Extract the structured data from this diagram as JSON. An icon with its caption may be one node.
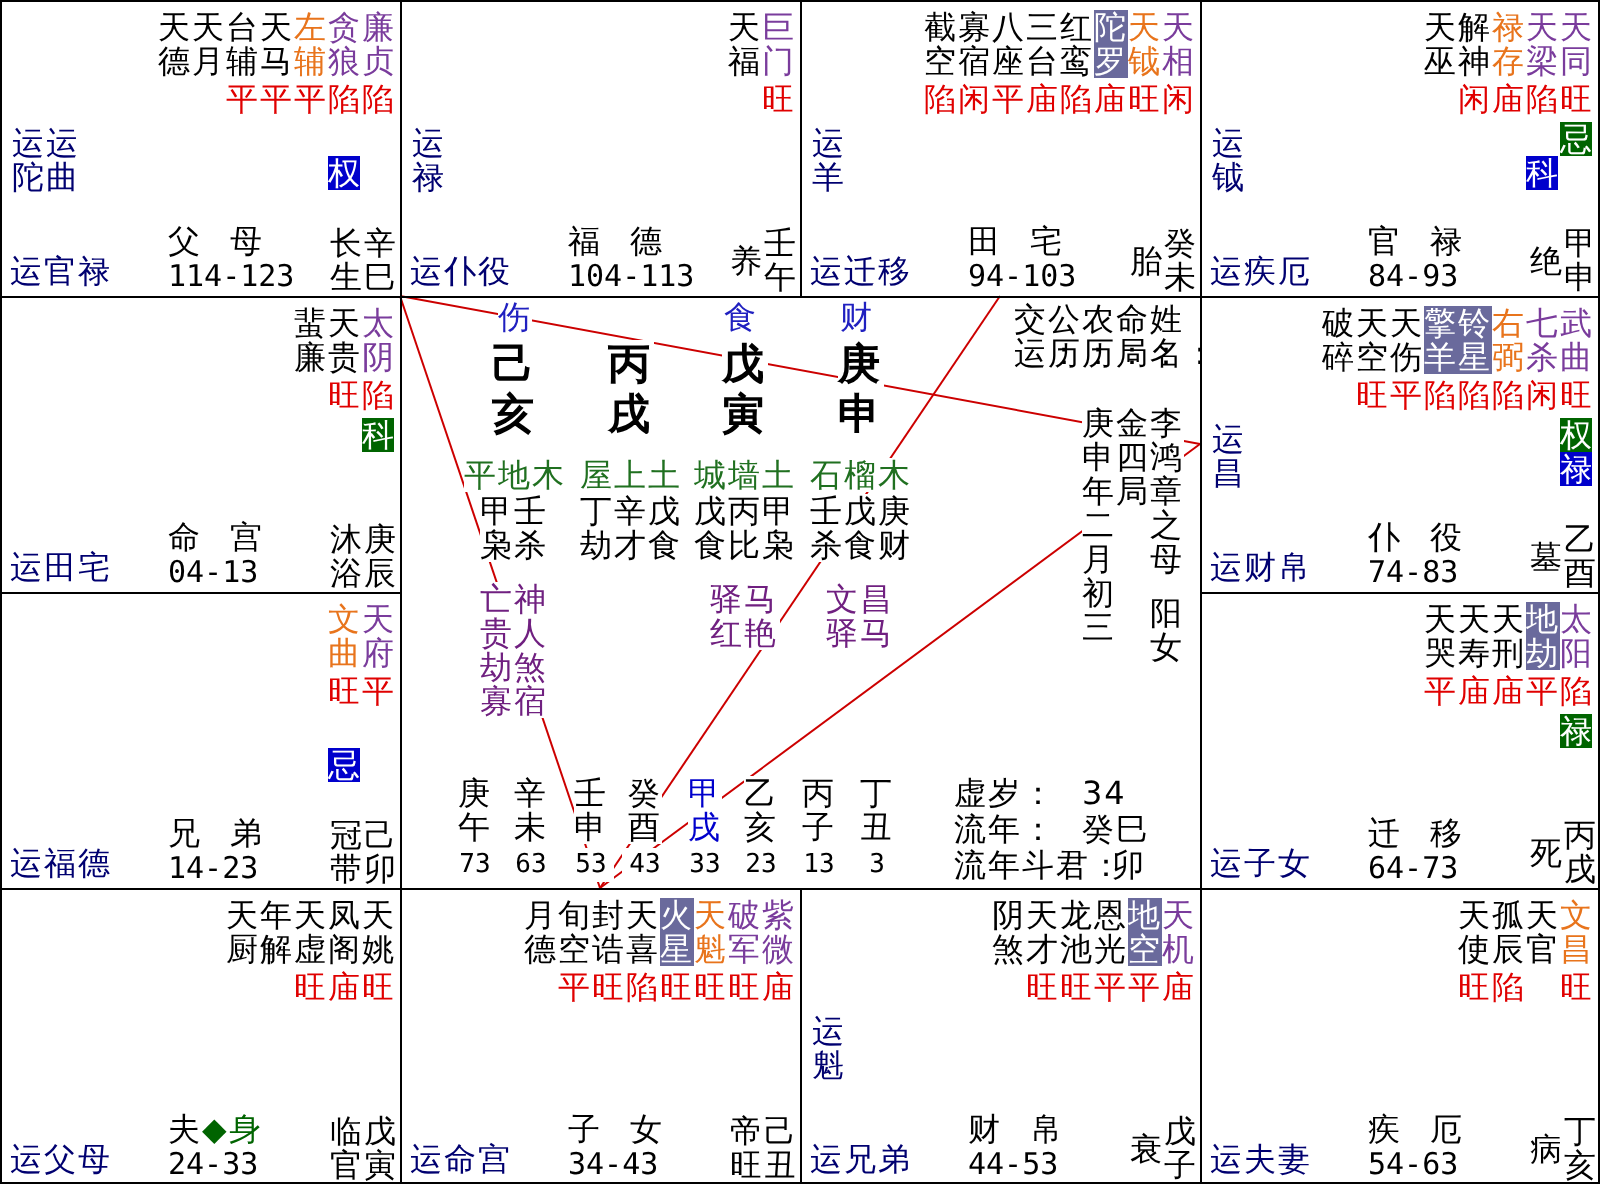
{
  "diagram": {
    "nodes": [
      {
        "text": [
          "廉贞",
          "贪狼",
          "左辅",
          "天马",
          "台辅",
          "天月",
          "天德",
          "平平平陷陷",
          "权",
          "运陀",
          "运曲",
          "运官禄",
          "父母",
          "114-123",
          "长生",
          "辛巳"
        ]
      },
      {
        "text": [
          "巨门",
          "天福",
          "旺",
          "运禄",
          "运仆役",
          "福德",
          "104-113",
          "养",
          "壬午"
        ]
      },
      {
        "text": [
          "天相",
          "天钺",
          "陀罗",
          "红鸾",
          "三台",
          "八座",
          "寡宿",
          "截空",
          "陷闲平庙陷庙旺闲",
          "运羊",
          "运迁移",
          "田宅",
          "94-103",
          "胎",
          "癸未"
        ]
      },
      {
        "text": [
          "天同",
          "天梁",
          "禄存",
          "解神",
          "天巫",
          "闲庙陷旺",
          "忌",
          "科",
          "运钺",
          "运疾厄",
          "官禄",
          "84-93",
          "绝",
          "甲申"
        ]
      },
      {
        "text": [
          "太阴",
          "天贵",
          "蜚廉",
          "旺陷",
          "科",
          "运田宅",
          "命宫",
          "04-13",
          "沐浴",
          "庚辰"
        ]
      },
      {
        "text": [
          "武曲",
          "七杀",
          "右弼",
          "铃星",
          "擎羊",
          "天伤",
          "天空",
          "破碎",
          "旺平陷陷陷闲旺",
          "权",
          "禄",
          "运昌",
          "运财帛",
          "仆役",
          "74-83",
          "墓",
          "乙酉"
        ]
      },
      {
        "text": [
          "天府",
          "文曲",
          "旺平",
          "忌",
          "运福德",
          "兄弟",
          "14-23",
          "冠带",
          "己卯"
        ]
      },
      {
        "text": [
          "太阳",
          "地劫",
          "天刑",
          "天寿",
          "天哭",
          "平庙庙平陷",
          "禄",
          "运子女",
          "迁移",
          "64-73",
          "死",
          "丙戌"
        ]
      },
      {
        "text": [
          "天姚",
          "凤阁",
          "天虚",
          "年解",
          "天厨",
          "旺庙旺",
          "运父母",
          "夫",
          "◆身",
          "24-33",
          "临官",
          "戊寅"
        ]
      },
      {
        "text": [
          "紫微",
          "破军",
          "天魁",
          "火星",
          "天喜",
          "封诰",
          "旬空",
          "月德",
          "平旺陷旺旺旺庙",
          "运命宫",
          "子女",
          "34-43",
          "帝旺",
          "己丑"
        ]
      },
      {
        "text": [
          "天机",
          "地空",
          "恩光",
          "龙池",
          "天才",
          "阴煞",
          "旺旺平平庙",
          "运魁",
          "运兄弟",
          "财帛",
          "44-53",
          "衰",
          "戊子"
        ]
      },
      {
        "text": [
          "文昌",
          "天官",
          "孤辰",
          "天使",
          "旺陷",
          "旺",
          "运夫妻",
          "疾厄",
          "54-63",
          "病",
          "丁亥"
        ]
      }
    ],
    "edges": [
      {
        "from": 9,
        "to": 0,
        "arrow": "none"
      },
      {
        "from": 9,
        "to": 2,
        "arrow": "none"
      },
      {
        "from": 9,
        "to": 5,
        "arrow": "none"
      },
      {
        "from": 0,
        "to": 5,
        "arrow": "none"
      }
    ],
    "labels": [
      "伤",
      "食",
      "财",
      "己亥",
      "丙戌",
      "戊寅",
      "庚申",
      "平地木",
      "屋上土",
      "城墙土",
      "石榴木",
      "甲壬枭杀",
      "丁辛戊劫才食",
      "戊丙甲食比枭",
      "壬戊庚杀食财",
      "亡神贵人劫煞寡宿",
      "驿马红艳",
      "文昌驿马",
      "姓名：",
      "命局：",
      "农历：",
      "公历：",
      "交运：",
      "李鸿章之母",
      "金四局",
      "庚申年二月初三",
      "阳女",
      "庚午",
      "73",
      "辛未",
      "63",
      "壬申",
      "53",
      "癸酉",
      "43",
      "甲戌",
      "33",
      "乙亥",
      "23",
      "丙子",
      "13",
      "丁丑",
      "3",
      "虚岁：",
      "34",
      "流年：",
      "癸巳",
      "流年斗君：",
      "卯"
    ]
  }
}
